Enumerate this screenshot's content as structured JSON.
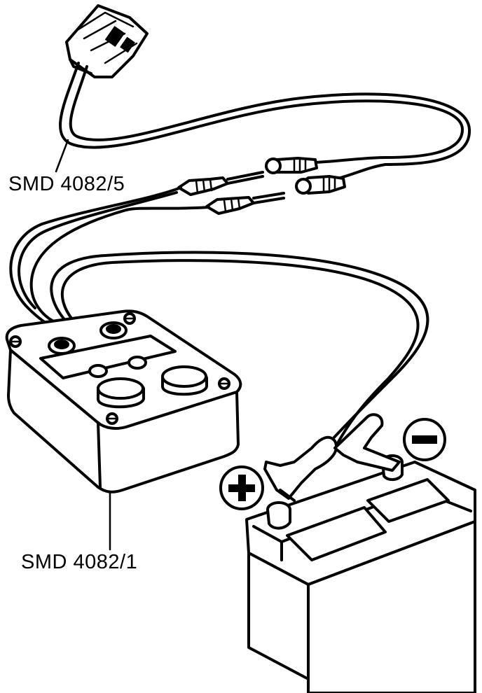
{
  "labels": {
    "adapter_cable": "SMD 4082/5",
    "test_box": "SMD 4082/1"
  },
  "symbols": {
    "positive_icon": "plus-sign-circle",
    "negative_icon": "minus-sign-circle"
  },
  "colors": {
    "ink": "#000000",
    "background": "#ffffff"
  }
}
